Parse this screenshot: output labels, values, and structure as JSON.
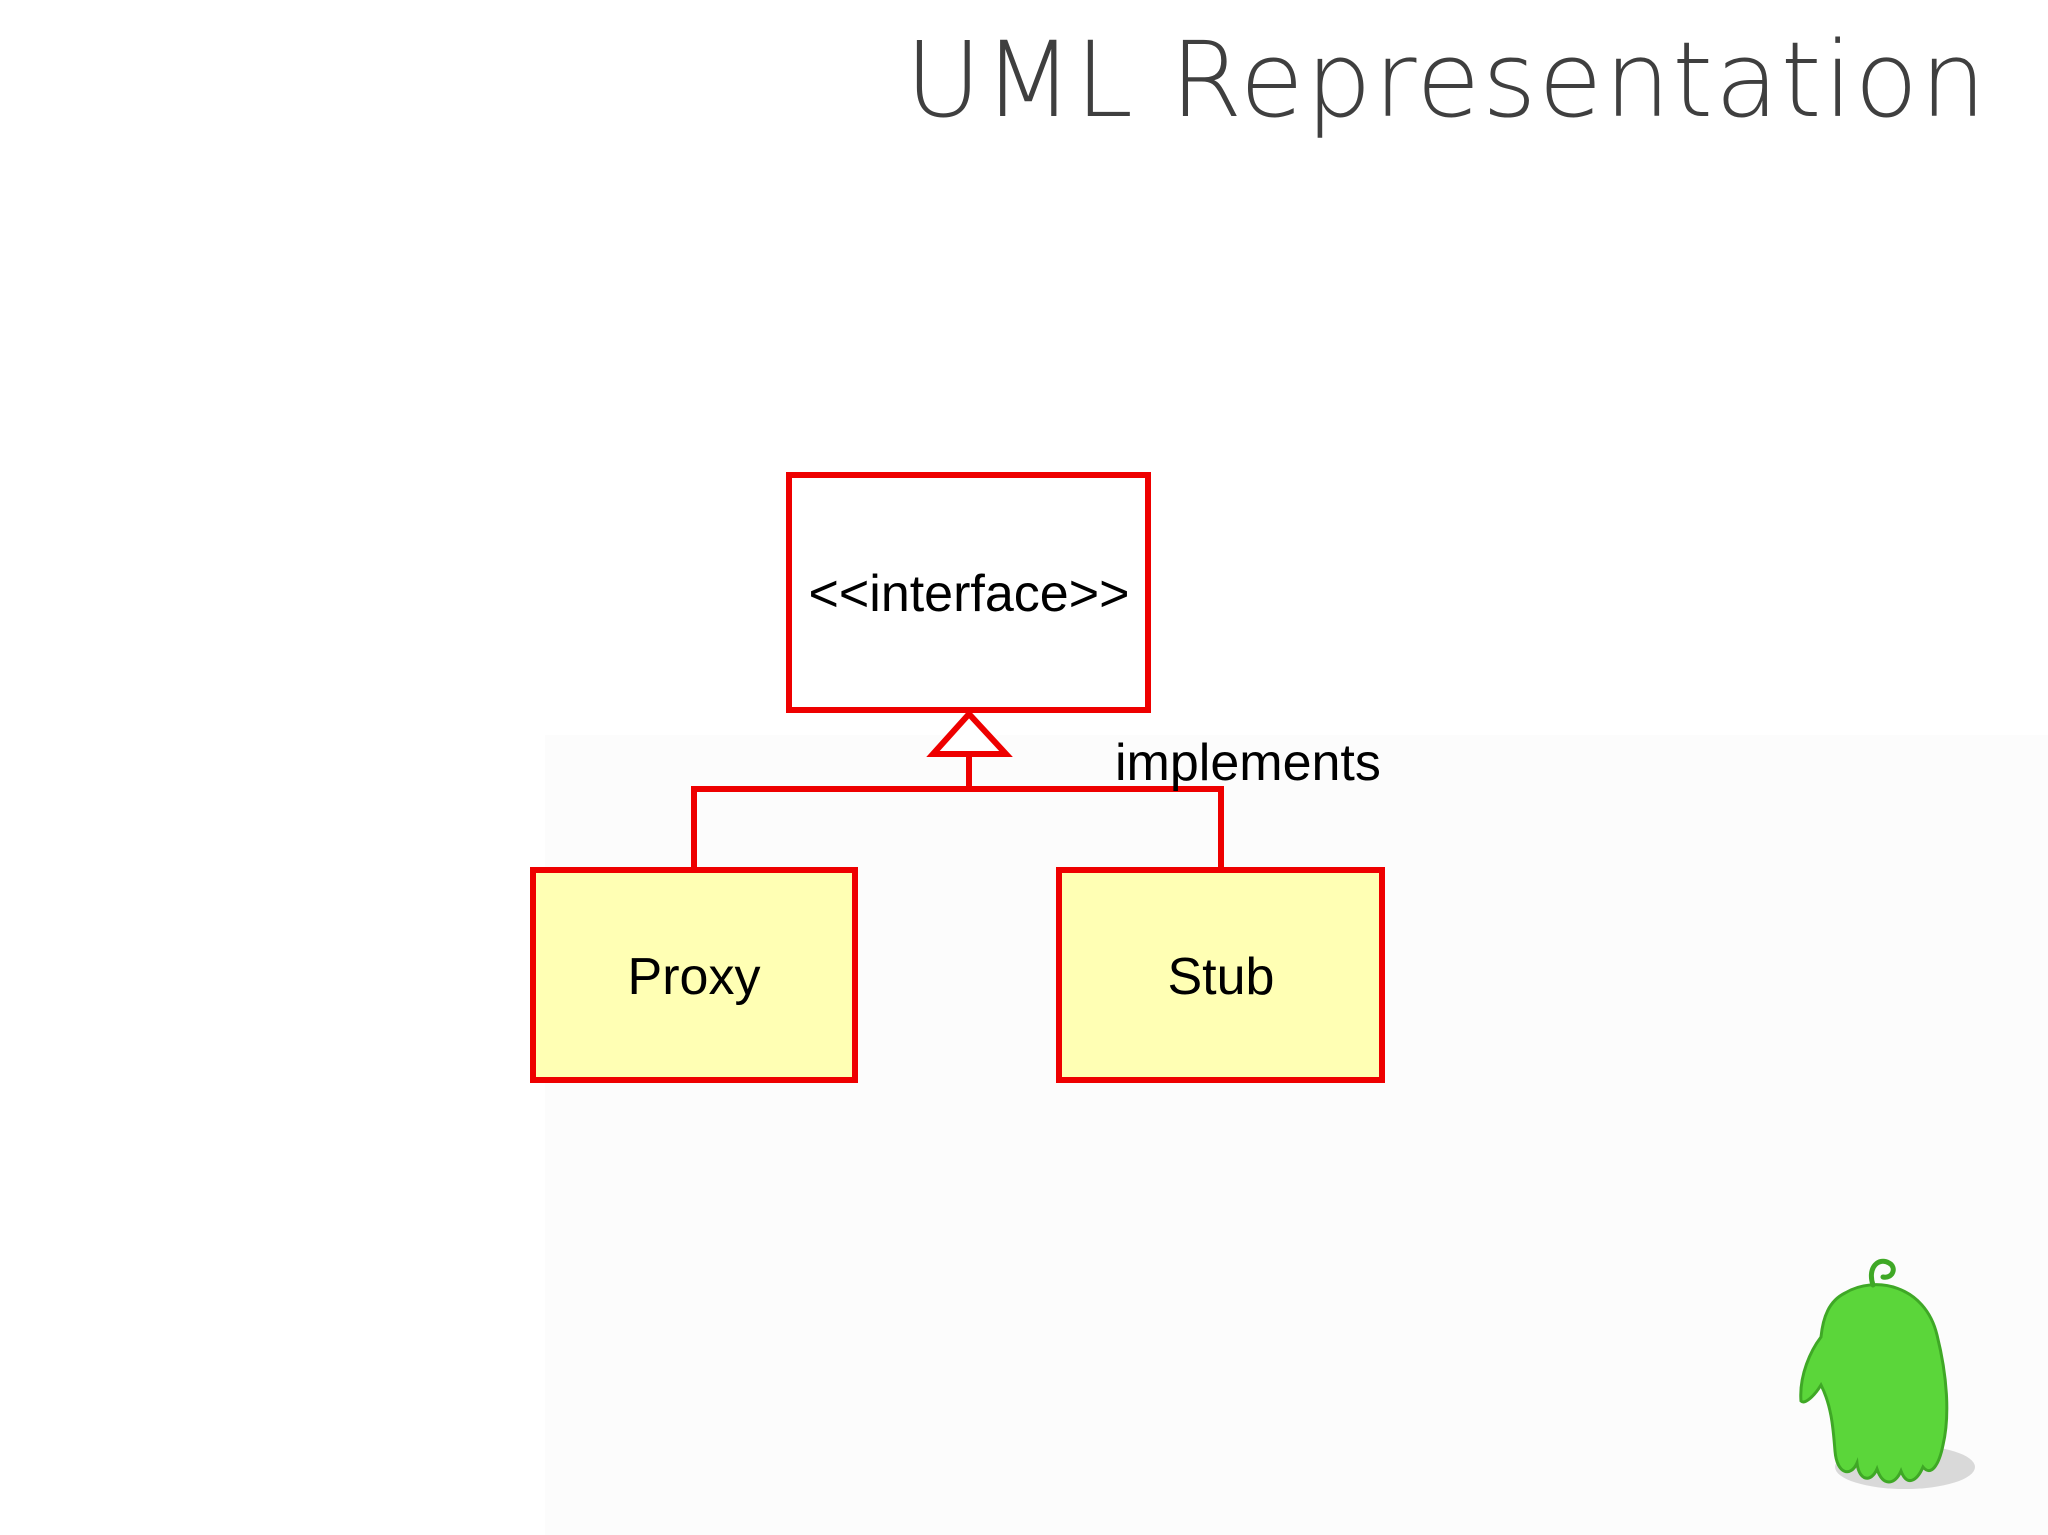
{
  "slide": {
    "title": "UML Representation"
  },
  "diagram": {
    "interface_label": "<<interface>>",
    "proxy_label": "Proxy",
    "stub_label": "Stub",
    "relation_label": "implements"
  },
  "colors": {
    "outline": "#ee0000",
    "class_fill": "#ffffb4",
    "interface_fill": "#ffffff",
    "title_text": "#3f3f3f",
    "mascot": "#5bd63a"
  },
  "icons": {
    "mascot": "green-mascot-icon"
  }
}
